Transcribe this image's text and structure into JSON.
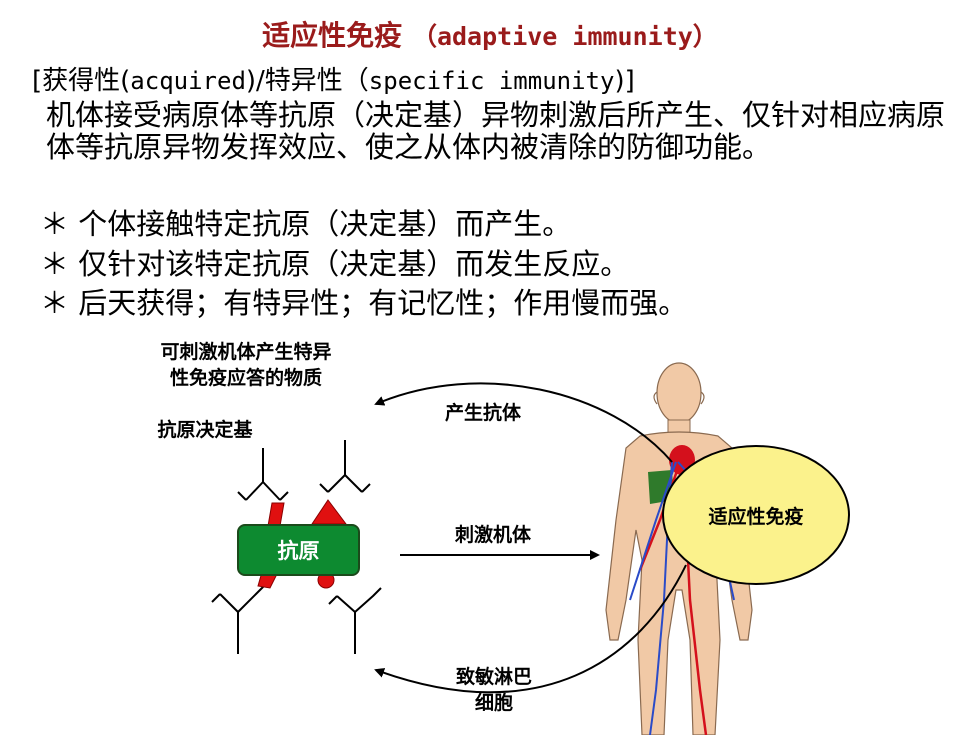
{
  "title": {
    "cn": "适应性免疫",
    "en": "（adaptive  immunity）"
  },
  "subtitle": {
    "prefix": "[获得性(",
    "acquired": "acquired",
    "middle": ")/特异性（",
    "specific": "specific  immunity",
    "suffix": ")]"
  },
  "definition": "机体接受病原体等抗原（决定基）异物刺激后所产生、仅针对相应病原体等抗原异物发挥效应、使之从体内被清除的防御功能。",
  "bullets": [
    "＊ 个体接触特定抗原（决定基）而产生。",
    "＊ 仅针对该特定抗原（决定基）而发生反应。",
    "＊ 后天获得；有特异性；有记忆性；作用慢而强。"
  ],
  "diagram": {
    "antigen_desc_line1": "可刺激机体产生特异",
    "antigen_desc_line2": "性免疫应答的物质",
    "epitope_label": "抗原决定基",
    "antigen_label": "抗原",
    "produce_antibody": "产生抗体",
    "stimulate_body": "刺激机体",
    "sensitized_line1": "致敏淋巴",
    "sensitized_line2": "细胞",
    "adaptive_immunity": "适应性免疫"
  },
  "colors": {
    "title": "#9a1b1b",
    "antigen_box": "#0d8a30",
    "epitope_red": "#e01010",
    "ellipse_fill": "#fbf28c"
  }
}
